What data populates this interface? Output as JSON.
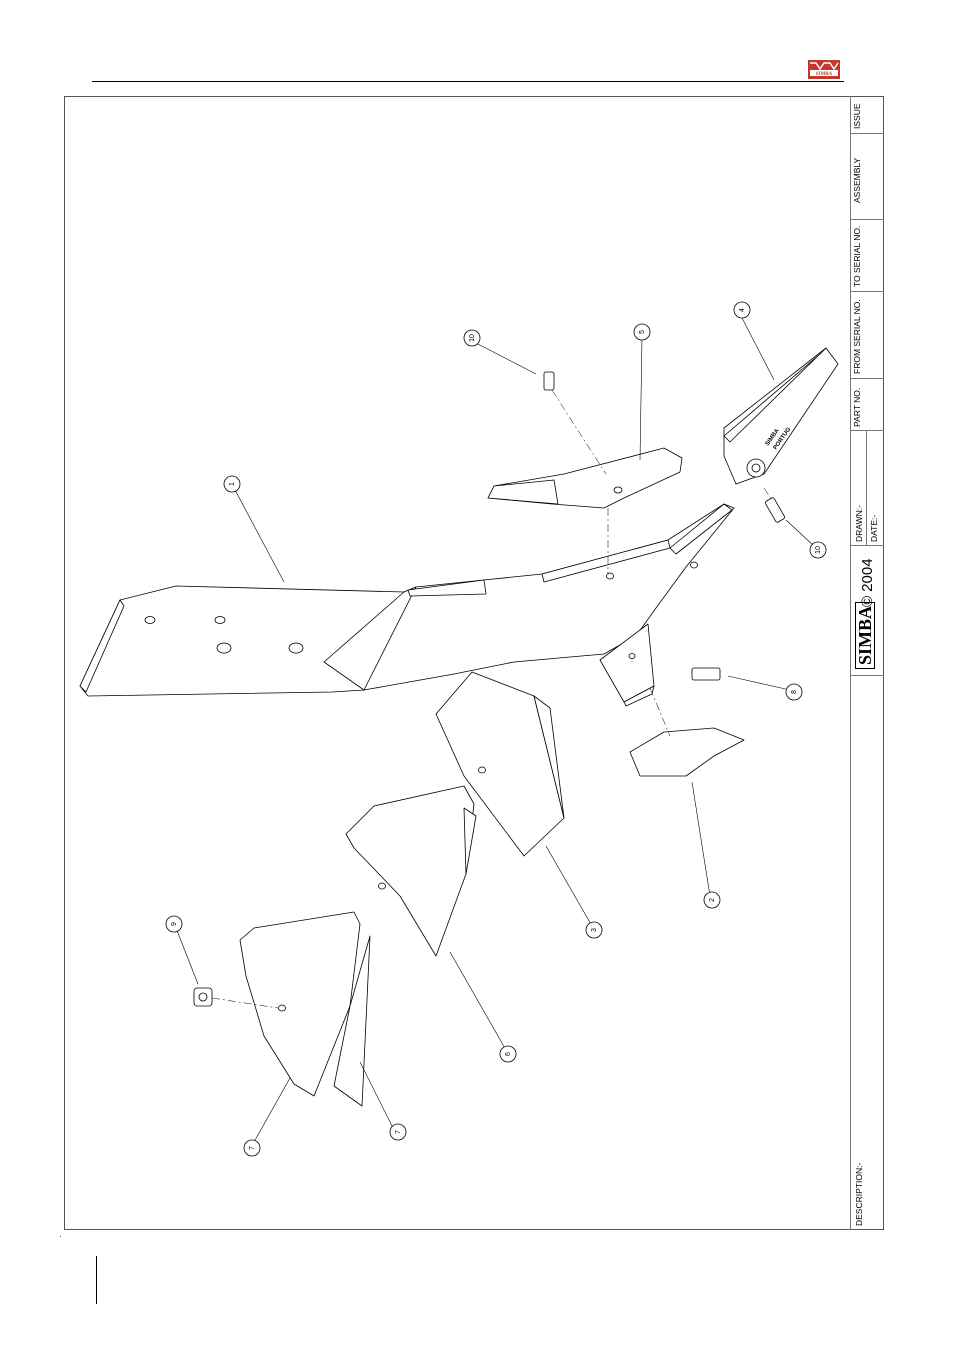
{
  "logo": {
    "text": "SIMBA",
    "color": "#c0392b"
  },
  "title_block": {
    "issue_label": "ISSUE",
    "assembly_label": "ASSEMBLY",
    "to_serial_label": "TO SERIAL NO.",
    "from_serial_label": "FROM SERIAL NO.",
    "part_no_label": "PART NO.",
    "drawn_label": "DRAWN:-",
    "date_label": "DATE:-",
    "brand": "SIMBA",
    "copyright": "© 2004",
    "description_label": "DESCRIPTION:-"
  },
  "callouts": [
    "1",
    "2",
    "3",
    "4",
    "5",
    "6",
    "7",
    "7",
    "8",
    "9",
    "10",
    "10"
  ],
  "stamp_text": [
    "SIMBA",
    "PORTUG"
  ]
}
